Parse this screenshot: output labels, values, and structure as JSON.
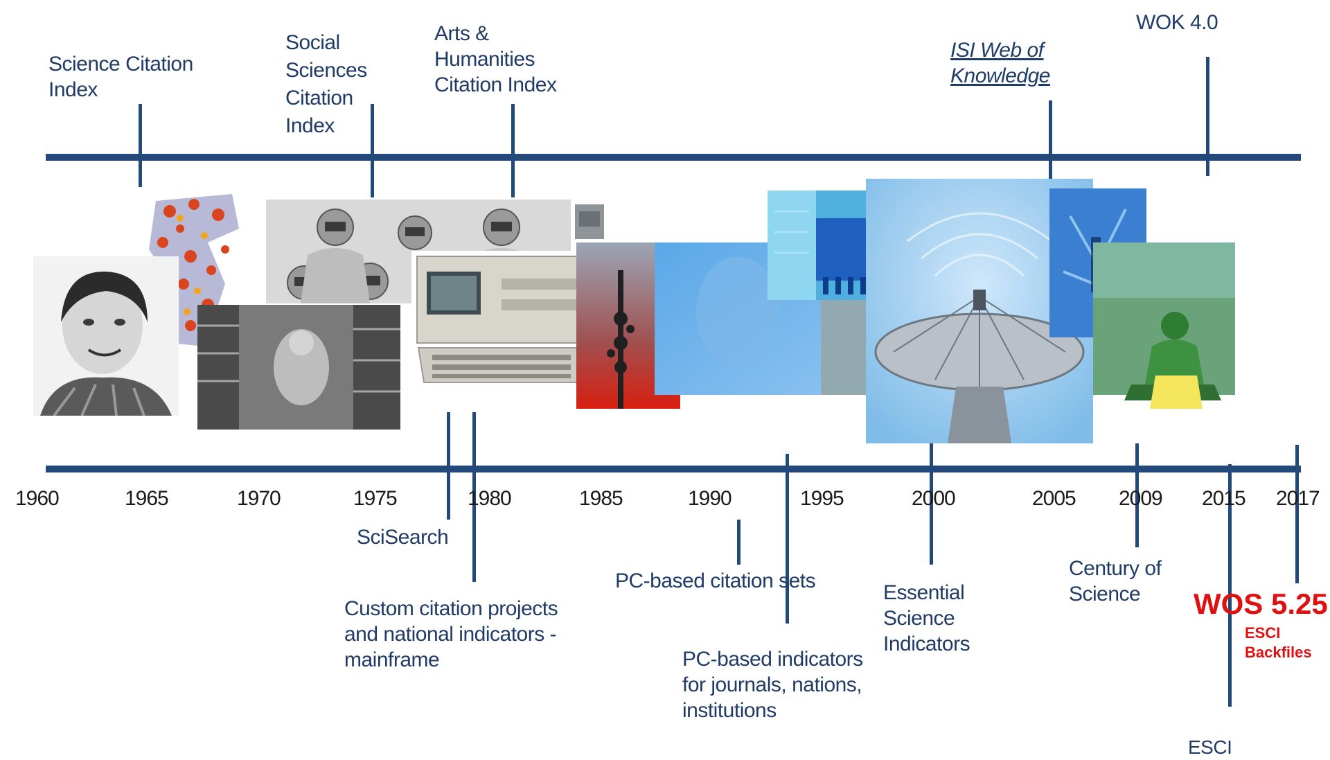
{
  "top_labels": {
    "sci": [
      "Science Citation",
      "Index"
    ],
    "ssci": [
      "Social",
      "Sciences",
      "Citation",
      "Index"
    ],
    "ahci": [
      "Arts &",
      "Humanities",
      "Citation Index"
    ],
    "isi": [
      "ISI Web of",
      "Knowledge"
    ],
    "wok": "WOK 4.0"
  },
  "years": [
    "1960",
    "1965",
    "1970",
    "1975",
    "1980",
    "1985",
    "1990",
    "1995",
    "2000",
    "2005",
    "2009",
    "2015",
    "2017"
  ],
  "bottom_labels": {
    "scisearch": "SciSearch",
    "custom": [
      "Custom citation projects",
      "and national indicators -",
      "mainframe"
    ],
    "pc_sets": "PC-based citation sets",
    "pc_indicators": [
      "PC-based indicators",
      "for journals, nations,",
      "institutions"
    ],
    "esi": [
      "Essential",
      "Science",
      "Indicators"
    ],
    "century": [
      "Century of",
      "Science"
    ],
    "wos": "WOS 5.25",
    "esci_backfiles": [
      "ESCI",
      "Backfiles"
    ],
    "esci": "ESCI"
  },
  "colors": {
    "timeline": "#23497a",
    "label": "#1f3b66",
    "highlight": "#e01010"
  },
  "images": [
    "portrait-photo",
    "molecule-image",
    "astronauts-photo",
    "archive-photo",
    "computer-photo",
    "tower-photo",
    "blue-montage-image",
    "circuit-chip-image",
    "satellite-dish-photo",
    "blue-tree-image",
    "person-laptop-photo"
  ]
}
